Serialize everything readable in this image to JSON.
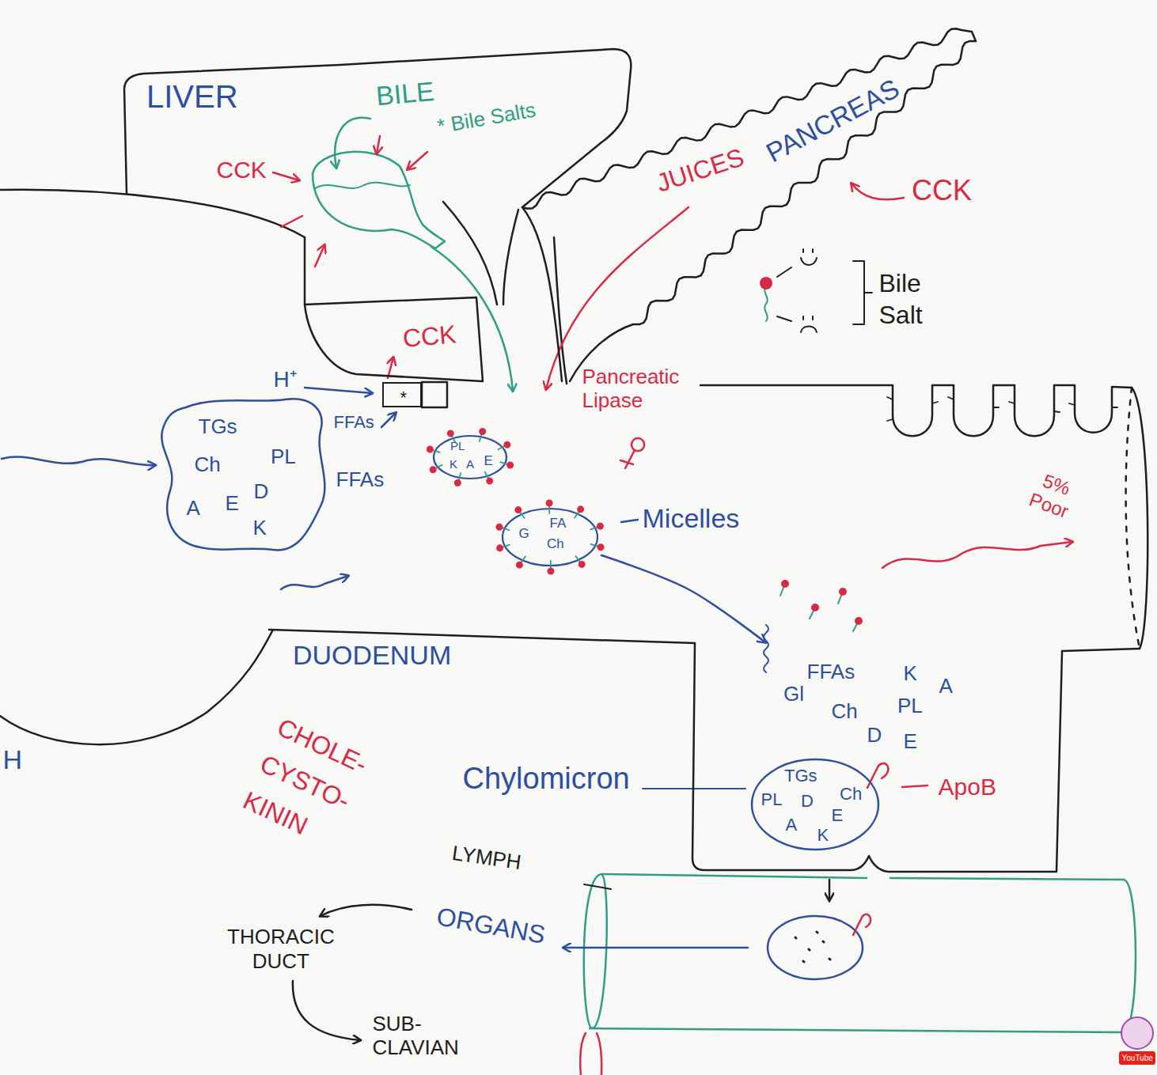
{
  "diagram": {
    "nodes": [
      {
        "text": [
          "LIVER"
        ]
      },
      {
        "text": [
          "PANCREAS",
          "JUICES"
        ]
      },
      {
        "text": [
          "*"
        ]
      },
      {
        "text": [
          "TGs",
          "PL",
          "Ch",
          "D",
          "A",
          "E",
          "K"
        ]
      },
      {
        "text": [
          "PL",
          "K",
          "A",
          "E"
        ]
      },
      {
        "text": [
          "G",
          "FA",
          "Ch"
        ]
      },
      {
        "text": [
          "FFAs",
          "K",
          "Gl",
          "Ch",
          "PL",
          "A",
          "D",
          "E"
        ]
      },
      {
        "text": [
          "TGs",
          "Ch",
          "PL",
          "D",
          "E",
          "A",
          "K"
        ],
        "in": 6
      }
    ],
    "edges": [
      {
        "from": 5,
        "to": 6,
        "arrow": "to"
      }
    ],
    "labels": [
      "BILE",
      "* Bile Salts",
      "CCK",
      "CCK",
      "CCK",
      "Bile Salt",
      "H⁺",
      "FFAs",
      "Pancreatic Lipase",
      "FFAs",
      "Micelles",
      "5% Poor",
      "DUODENUM",
      "CHOLE- CYSTO- KININ",
      "Chylomicron",
      "ApoB",
      "LYMPH",
      "ORGANS",
      "THORACIC DUCT",
      "SUB- CLAVIAN",
      "H",
      "YouTube"
    ]
  }
}
